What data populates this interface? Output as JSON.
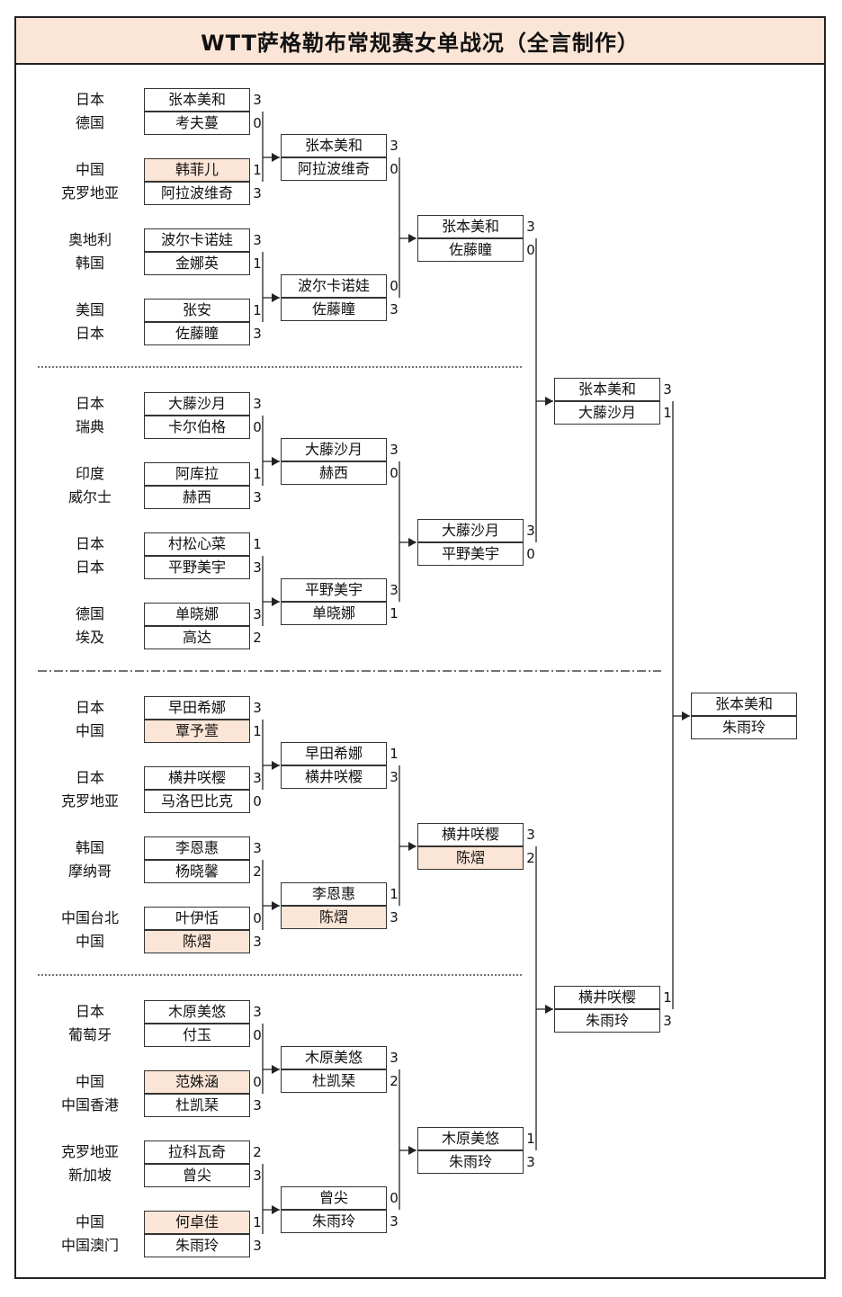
{
  "title": "WTT萨格勒布常规赛女单战况（全言制作）",
  "colors": {
    "highlight": "#fbe5d6",
    "line": "#222222"
  },
  "round1": [
    [
      {
        "country": "日本",
        "name": "张本美和",
        "score": "3"
      },
      {
        "country": "德国",
        "name": "考夫蔓",
        "score": "0"
      }
    ],
    [
      {
        "country": "中国",
        "name": "韩菲儿",
        "score": "1",
        "cn": true
      },
      {
        "country": "克罗地亚",
        "name": "阿拉波维奇",
        "score": "3"
      }
    ],
    [
      {
        "country": "奥地利",
        "name": "波尔卡诺娃",
        "score": "3"
      },
      {
        "country": "韩国",
        "name": "金娜英",
        "score": "1"
      }
    ],
    [
      {
        "country": "美国",
        "name": "张安",
        "score": "1"
      },
      {
        "country": "日本",
        "name": "佐藤瞳",
        "score": "3"
      }
    ],
    [
      {
        "country": "日本",
        "name": "大藤沙月",
        "score": "3"
      },
      {
        "country": "瑞典",
        "name": "卡尔伯格",
        "score": "0"
      }
    ],
    [
      {
        "country": "印度",
        "name": "阿库拉",
        "score": "1"
      },
      {
        "country": "威尔士",
        "name": "赫西",
        "score": "3"
      }
    ],
    [
      {
        "country": "日本",
        "name": "村松心菜",
        "score": "1"
      },
      {
        "country": "日本",
        "name": "平野美宇",
        "score": "3"
      }
    ],
    [
      {
        "country": "德国",
        "name": "单晓娜",
        "score": "3"
      },
      {
        "country": "埃及",
        "name": "高达",
        "score": "2"
      }
    ],
    [
      {
        "country": "日本",
        "name": "早田希娜",
        "score": "3"
      },
      {
        "country": "中国",
        "name": "覃予萱",
        "score": "1",
        "cn": true
      }
    ],
    [
      {
        "country": "日本",
        "name": "横井咲樱",
        "score": "3"
      },
      {
        "country": "克罗地亚",
        "name": "马洛巴比克",
        "score": "0"
      }
    ],
    [
      {
        "country": "韩国",
        "name": "李恩惠",
        "score": "3"
      },
      {
        "country": "摩纳哥",
        "name": "杨晓馨",
        "score": "2"
      }
    ],
    [
      {
        "country": "中国台北",
        "name": "叶伊恬",
        "score": "0"
      },
      {
        "country": "中国",
        "name": "陈熠",
        "score": "3",
        "cn": true
      }
    ],
    [
      {
        "country": "日本",
        "name": "木原美悠",
        "score": "3"
      },
      {
        "country": "葡萄牙",
        "name": "付玉",
        "score": "0"
      }
    ],
    [
      {
        "country": "中国",
        "name": "范姝涵",
        "score": "0",
        "cn": true
      },
      {
        "country": "中国香港",
        "name": "杜凯琹",
        "score": "3"
      }
    ],
    [
      {
        "country": "克罗地亚",
        "name": "拉科瓦奇",
        "score": "2"
      },
      {
        "country": "新加坡",
        "name": "曾尖",
        "score": "3"
      }
    ],
    [
      {
        "country": "中国",
        "name": "何卓佳",
        "score": "1",
        "cn": true
      },
      {
        "country": "中国澳门",
        "name": "朱雨玲",
        "score": "3"
      }
    ]
  ],
  "round2": [
    [
      {
        "name": "张本美和",
        "score": "3"
      },
      {
        "name": "阿拉波维奇",
        "score": "0"
      }
    ],
    [
      {
        "name": "波尔卡诺娃",
        "score": "0"
      },
      {
        "name": "佐藤瞳",
        "score": "3"
      }
    ],
    [
      {
        "name": "大藤沙月",
        "score": "3"
      },
      {
        "name": "赫西",
        "score": "0"
      }
    ],
    [
      {
        "name": "平野美宇",
        "score": "3"
      },
      {
        "name": "单晓娜",
        "score": "1"
      }
    ],
    [
      {
        "name": "早田希娜",
        "score": "1"
      },
      {
        "name": "横井咲樱",
        "score": "3"
      }
    ],
    [
      {
        "name": "李恩惠",
        "score": "1"
      },
      {
        "name": "陈熠",
        "score": "3",
        "cn": true
      }
    ],
    [
      {
        "name": "木原美悠",
        "score": "3"
      },
      {
        "name": "杜凯琹",
        "score": "2"
      }
    ],
    [
      {
        "name": "曾尖",
        "score": "0"
      },
      {
        "name": "朱雨玲",
        "score": "3"
      }
    ]
  ],
  "round3": [
    [
      {
        "name": "张本美和",
        "score": "3"
      },
      {
        "name": "佐藤瞳",
        "score": "0"
      }
    ],
    [
      {
        "name": "大藤沙月",
        "score": "3"
      },
      {
        "name": "平野美宇",
        "score": "0"
      }
    ],
    [
      {
        "name": "横井咲樱",
        "score": "3"
      },
      {
        "name": "陈熠",
        "score": "2",
        "cn": true
      }
    ],
    [
      {
        "name": "木原美悠",
        "score": "1"
      },
      {
        "name": "朱雨玲",
        "score": "3"
      }
    ]
  ],
  "round4": [
    [
      {
        "name": "张本美和",
        "score": "3"
      },
      {
        "name": "大藤沙月",
        "score": "1"
      }
    ],
    [
      {
        "name": "横井咲樱",
        "score": "1"
      },
      {
        "name": "朱雨玲",
        "score": "3"
      }
    ]
  ],
  "final": [
    [
      {
        "name": "张本美和",
        "score": ""
      },
      {
        "name": "朱雨玲",
        "score": ""
      }
    ]
  ]
}
